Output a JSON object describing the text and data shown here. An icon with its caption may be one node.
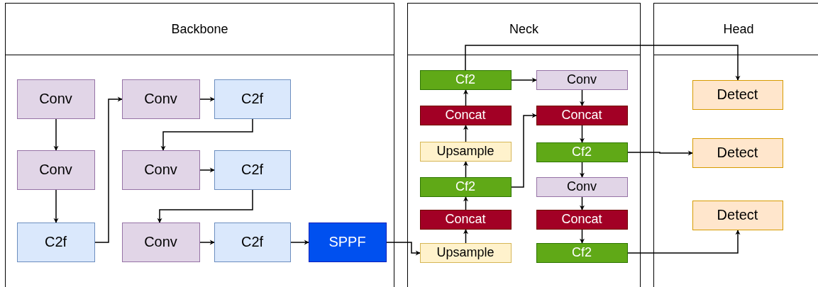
{
  "diagram": {
    "nodes": [
      {
        "text": [
          "Backbone"
        ]
      },
      {
        "text": [
          "Neck"
        ]
      },
      {
        "text": [
          "Head"
        ]
      },
      {
        "text": [
          "Conv"
        ],
        "in": 0
      },
      {
        "text": [
          "Conv"
        ],
        "in": 0
      },
      {
        "text": [
          "C2f"
        ],
        "in": 0
      },
      {
        "text": [
          "Conv"
        ],
        "in": 0
      },
      {
        "text": [
          "C2f"
        ],
        "in": 0
      },
      {
        "text": [
          "Conv"
        ],
        "in": 0
      },
      {
        "text": [
          "C2f"
        ],
        "in": 0
      },
      {
        "text": [
          "Conv"
        ],
        "in": 0
      },
      {
        "text": [
          "C2f"
        ],
        "in": 0
      },
      {
        "text": [
          "SPPF"
        ],
        "in": 0
      },
      {
        "text": [
          "Cf2"
        ],
        "in": 1
      },
      {
        "text": [
          "Concat"
        ],
        "in": 1
      },
      {
        "text": [
          "Upsample"
        ],
        "in": 1
      },
      {
        "text": [
          "Cf2"
        ],
        "in": 1
      },
      {
        "text": [
          "Concat"
        ],
        "in": 1
      },
      {
        "text": [
          "Upsample"
        ],
        "in": 1
      },
      {
        "text": [
          "Conv"
        ],
        "in": 1
      },
      {
        "text": [
          "Concat"
        ],
        "in": 1
      },
      {
        "text": [
          "Cf2"
        ],
        "in": 1
      },
      {
        "text": [
          "Conv"
        ],
        "in": 1
      },
      {
        "text": [
          "Concat"
        ],
        "in": 1
      },
      {
        "text": [
          "Cf2"
        ],
        "in": 1
      },
      {
        "text": [
          "Detect"
        ],
        "in": 2
      },
      {
        "text": [
          "Detect"
        ],
        "in": 2
      },
      {
        "text": [
          "Detect"
        ],
        "in": 2
      }
    ],
    "edges": [
      {
        "from": 3,
        "to": 4,
        "arrow": "to"
      },
      {
        "from": 4,
        "to": 5,
        "arrow": "to"
      },
      {
        "from": 5,
        "to": 6,
        "arrow": "to"
      },
      {
        "from": 6,
        "to": 7,
        "arrow": "to"
      },
      {
        "from": 7,
        "to": 8,
        "arrow": "to"
      },
      {
        "from": 8,
        "to": 9,
        "arrow": "to"
      },
      {
        "from": 9,
        "to": 10,
        "arrow": "to"
      },
      {
        "from": 10,
        "to": 11,
        "arrow": "to"
      },
      {
        "from": 11,
        "to": 12,
        "arrow": "to"
      },
      {
        "from": 12,
        "to": 18,
        "arrow": "to"
      },
      {
        "from": 18,
        "to": 17,
        "arrow": "to"
      },
      {
        "from": 17,
        "to": 16,
        "arrow": "to"
      },
      {
        "from": 16,
        "to": 15,
        "arrow": "to"
      },
      {
        "from": 15,
        "to": 14,
        "arrow": "to"
      },
      {
        "from": 14,
        "to": 13,
        "arrow": "to"
      },
      {
        "from": 13,
        "to": 19,
        "arrow": "to"
      },
      {
        "from": 13,
        "to": 25,
        "arrow": "to"
      },
      {
        "from": 19,
        "to": 20,
        "arrow": "to"
      },
      {
        "from": 16,
        "to": 20,
        "arrow": "to"
      },
      {
        "from": 20,
        "to": 21,
        "arrow": "to"
      },
      {
        "from": 21,
        "to": 22,
        "arrow": "to"
      },
      {
        "from": 22,
        "to": 23,
        "arrow": "to"
      },
      {
        "from": 23,
        "to": 24,
        "arrow": "to"
      },
      {
        "from": 21,
        "to": 26,
        "arrow": "to"
      },
      {
        "from": 24,
        "to": 27,
        "arrow": "to"
      }
    ]
  }
}
